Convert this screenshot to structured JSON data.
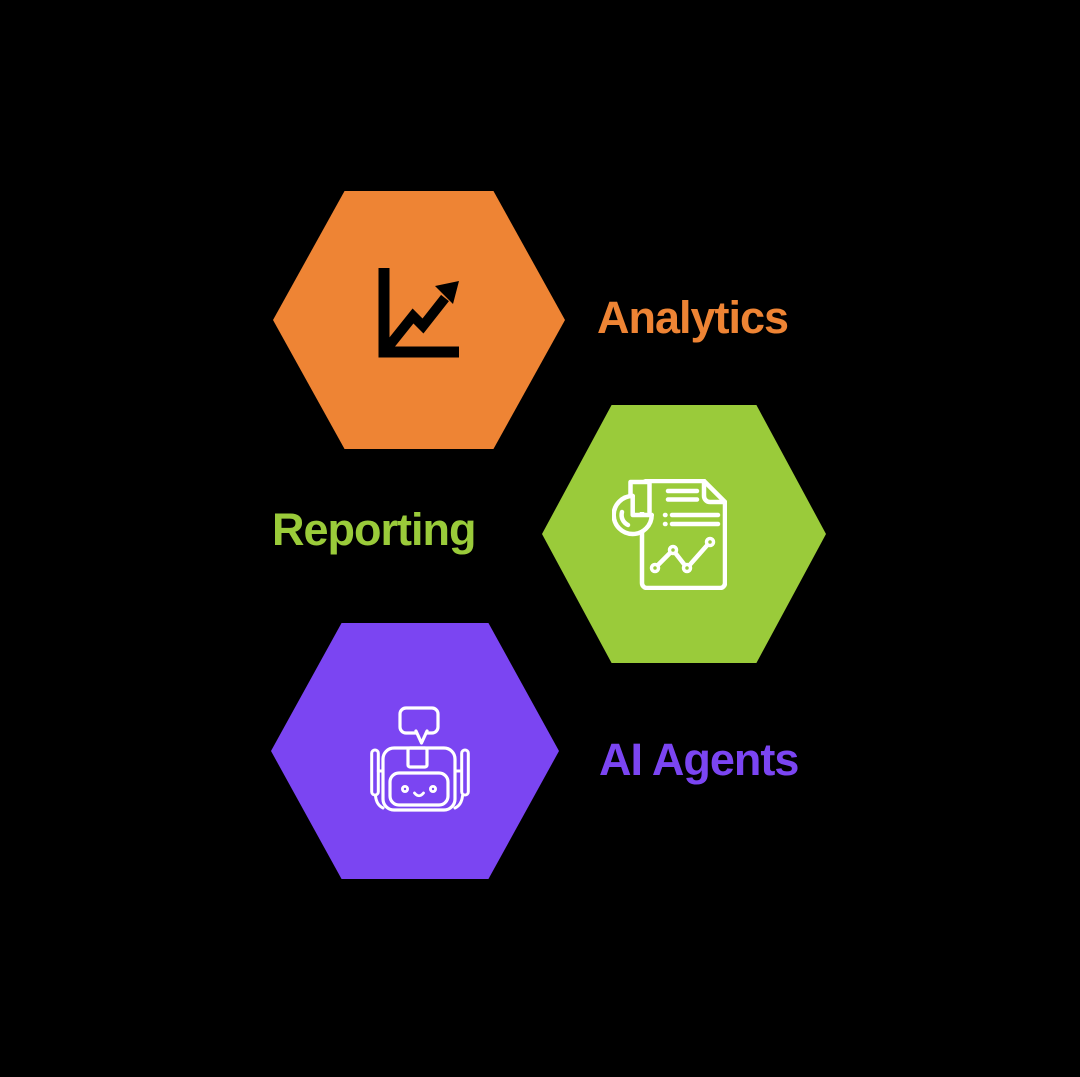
{
  "canvas": {
    "background": "#000000"
  },
  "items": [
    {
      "label": "Analytics",
      "hex_color": "#EE8434",
      "icon": "line-chart-arrow-icon",
      "icon_color": "#000000",
      "label_side": "right"
    },
    {
      "label": "Reporting",
      "hex_color": "#9ACB3A",
      "icon": "report-document-icon",
      "icon_color": "#FFFFFF",
      "label_side": "left"
    },
    {
      "label": "AI Agents",
      "hex_color": "#7B45F2",
      "icon": "robot-chat-icon",
      "icon_color": "#FFFFFF",
      "label_side": "right"
    }
  ]
}
